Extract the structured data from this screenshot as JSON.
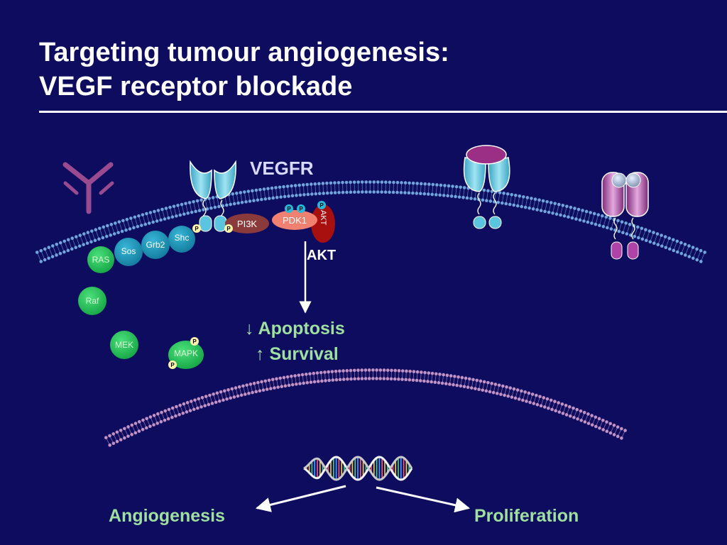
{
  "slide": {
    "title_line1": "Targeting tumour angiogenesis:",
    "title_line2": "VEGF receptor blockade"
  },
  "labels": {
    "vegfr": "VEGFR",
    "akt_kinase": "AKT",
    "akt_text": "AKT",
    "pi3k": "PI3K",
    "pdk1": "PDK1",
    "ras": "RAS",
    "sos": "Sos",
    "grb2": "Grb2",
    "shc": "Shc",
    "raf": "Raf",
    "mek": "MEK",
    "mapk": "MAPK",
    "phospho": "P",
    "apoptosis": "↓ Apoptosis",
    "survival": "↑ Survival",
    "angiogenesis": "Angiogenesis",
    "proliferation": "Proliferation"
  },
  "colors": {
    "background": "#0d0c5e",
    "receptor_teal": "#5bbfd6",
    "ligand_magenta": "#9b2f86",
    "receptor_purple": "#a03e96",
    "antibody": "#9a4a8f",
    "membrane_blue": "#6fa4dc",
    "membrane_pink": "#c392c4",
    "green_protein": "#21c55a",
    "label_green": "#9fe09f",
    "pi3k": "#8a3a3a",
    "pdk1": "#f08070",
    "akt": "#a80f0f",
    "teal_protein": "#1b8fb5"
  }
}
